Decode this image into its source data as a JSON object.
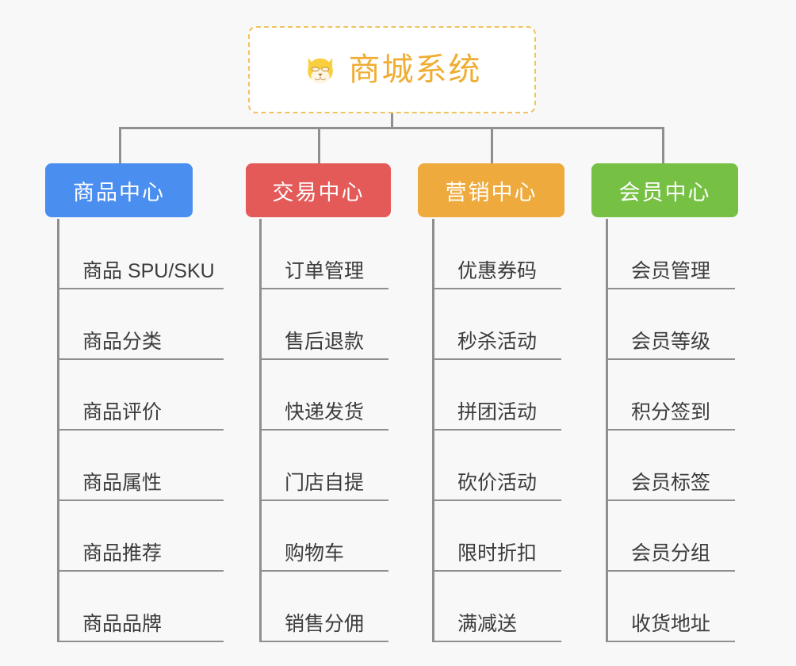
{
  "canvas": {
    "background": "#f8f8f8",
    "connector_color": "#8f8f8f"
  },
  "root": {
    "title": "商城系统",
    "icon": "shiba-dog-face-icon",
    "text_color": "#efad33",
    "border_color": "#f2c260",
    "background": "#ffffff"
  },
  "branches": [
    {
      "label": "商品中心",
      "color": "#4a8ef0",
      "items": [
        "商品 SPU/SKU",
        "商品分类",
        "商品评价",
        "商品属性",
        "商品推荐",
        "商品品牌"
      ]
    },
    {
      "label": "交易中心",
      "color": "#e35a58",
      "items": [
        "订单管理",
        "售后退款",
        "快递发货",
        "门店自提",
        "购物车",
        "销售分佣"
      ]
    },
    {
      "label": "营销中心",
      "color": "#eeaa3c",
      "items": [
        "优惠券码",
        "秒杀活动",
        "拼团活动",
        "砍价活动",
        "限时折扣",
        "满减送"
      ]
    },
    {
      "label": "会员中心",
      "color": "#76c144",
      "items": [
        "会员管理",
        "会员等级",
        "积分签到",
        "会员标签",
        "会员分组",
        "收货地址"
      ]
    }
  ]
}
